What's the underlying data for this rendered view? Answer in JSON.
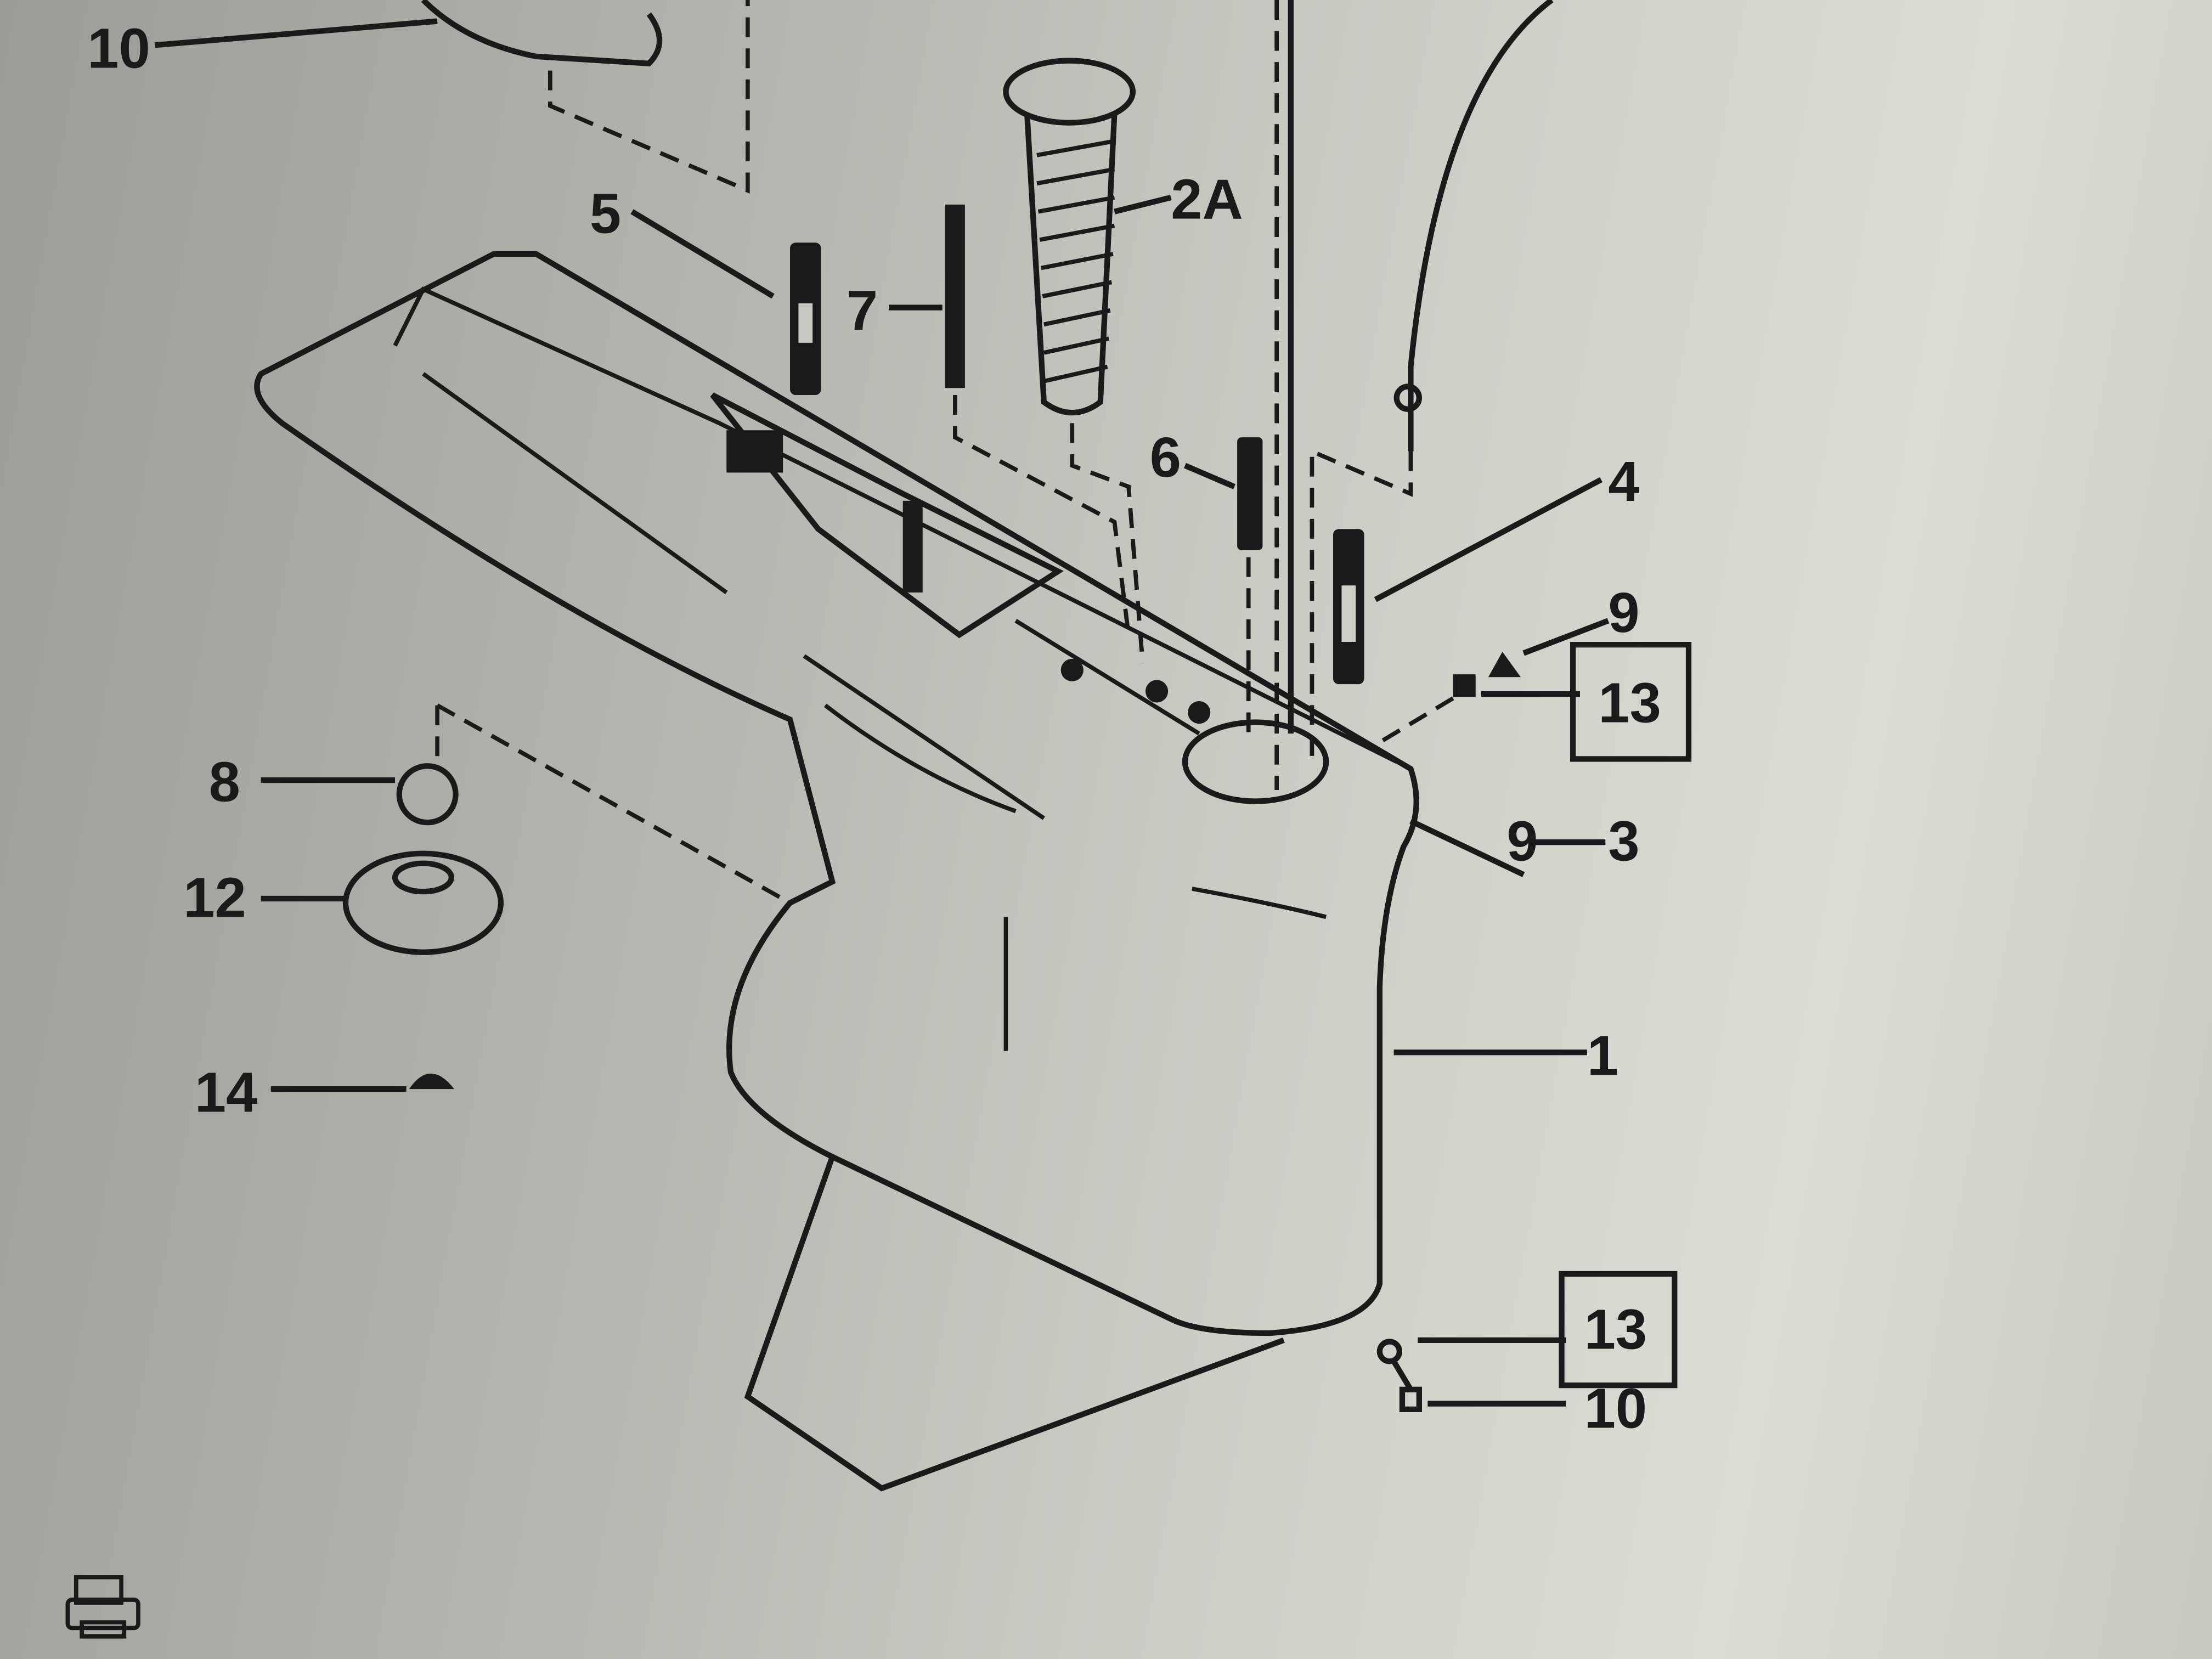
{
  "diagram": {
    "callouts": {
      "top_left": "10",
      "part5": "5",
      "part7": "7",
      "part2a": "2A",
      "part6": "6",
      "part4": "4",
      "part9_upper": "9",
      "box13_upper": "13",
      "part9_lower": "9",
      "part3": "3",
      "part8": "8",
      "part12": "12",
      "part14": "14",
      "part1": "1",
      "box13_lower": "13",
      "part10_lower": "10"
    },
    "icons": {
      "bottom_left": "printer-icon"
    }
  }
}
